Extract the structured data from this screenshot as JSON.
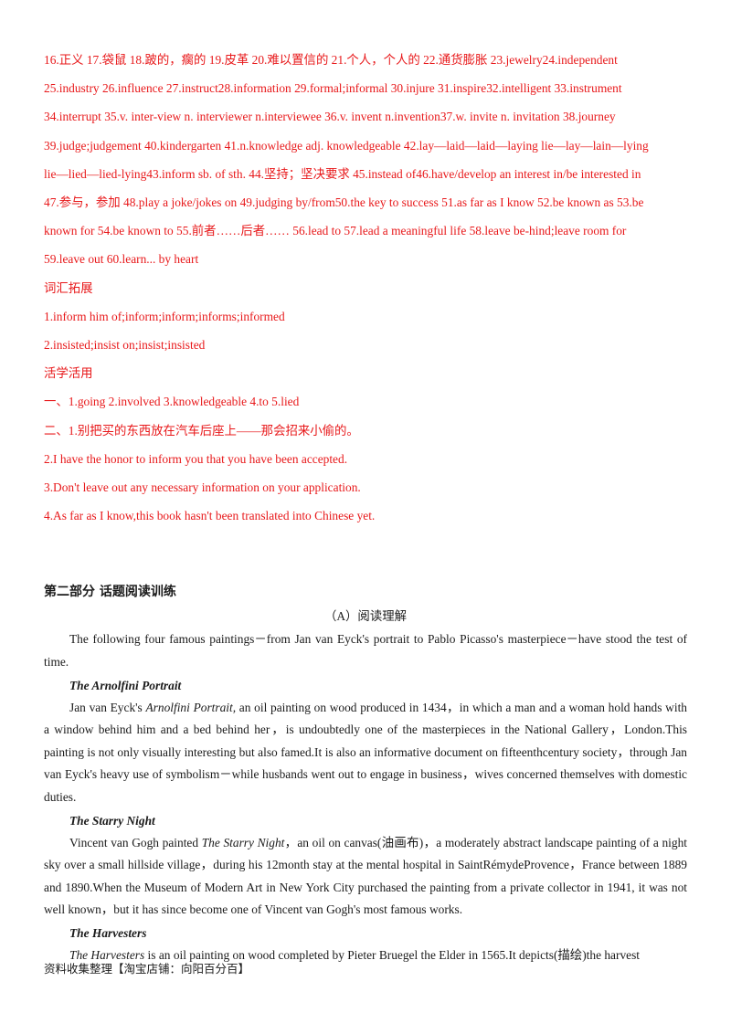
{
  "answers": {
    "lines": [
      "16.正义  17.袋鼠  18.跛的，瘸的  19.皮革 20.难以置信的  21.个人，个人的  22.通货膨胀 23.jewelry24.independent",
      "25.industry 26.influence 27.instruct28.information 29.formal;informal 30.injure 31.inspire32.intelligent 33.instrument",
      "34.interrupt 35.v. inter-view n. interviewer n.interviewee 36.v. invent n.invention37.w. invite n. invitation 38.journey",
      "39.judge;judgement 40.kindergarten 41.n.knowledge adj. knowledgeable 42.lay—laid—laid—laying lie—lay—lain—lying",
      "lie—lied—lied-lying43.inform sb. of sth. 44.坚持；坚决要求  45.instead of46.have/develop an interest in/be interested in",
      "47.参与，参加  48.play a joke/jokes on 49.judging by/from50.the key to success 51.as far as I know 52.be known as 53.be",
      "known for 54.be known to 55.前者……后者……  56.lead to 57.lead a meaningful life 58.leave be-hind;leave room for",
      "59.leave out 60.learn... by heart"
    ],
    "vocab_heading": "词汇拓展",
    "vocab_lines": [
      "1.inform him of;inform;inform;informs;informed",
      "2.insisted;insist on;insist;insisted"
    ],
    "usage_heading": "活学活用",
    "usage_lines": [
      "一、1.going 2.involved 3.knowledgeable 4.to 5.lied",
      "二、1.别把买的东西放在汽车后座上——那会招来小偷的。",
      "2.I have the honor to inform you that you have been accepted.",
      "3.Don't leave out any necessary information on your application.",
      "4.As far as I know,this book hasn't been translated into Chinese yet."
    ]
  },
  "part2": {
    "title": "第二部分  话题阅读训练",
    "subtitle": "（A）阅读理解",
    "intro": "The following four famous paintings－from Jan van Eyck's portrait to Pablo Picasso's masterpiece－have stood the test of time.",
    "p1_heading": "The Arnolfini Portrait",
    "p1_a": "Jan van Eyck's ",
    "p1_italic": "Arnolfini Portrait,",
    "p1_b": " an oil painting on wood produced in 1434，in which a man and a woman hold hands with a window behind him and a bed behind her，is undoubtedly one of the masterpieces in the National Gallery，London.This painting is not only visually interesting but also famed.It is also an informative document on fifteenthcentury society，through Jan van Eyck's heavy use of symbolism－while husbands went out to engage in business，wives concerned themselves with domestic duties.",
    "p2_heading": "The Starry Night",
    "p2_a": "Vincent van Gogh painted ",
    "p2_italic": "The Starry Night",
    "p2_b": "，an oil on canvas(油画布)，a moderately abstract landscape painting of a night sky over a small hillside village，during his 12month stay at the mental hospital in SaintRémydeProvence，France between 1889 and 1890.When the Museum of Modern Art in New York City purchased the painting from a private collector in 1941, it was not well known，but it has since become one of Vincent van Gogh's most famous works.",
    "p3_heading": "The Harvesters",
    "p3_italic": "The Harvesters",
    "p3_b": " is an oil painting on wood completed by Pieter Bruegel the Elder in 1565.It depicts(描绘)the harvest"
  },
  "footer": "资料收集整理【淘宝店铺：向阳百分百】"
}
